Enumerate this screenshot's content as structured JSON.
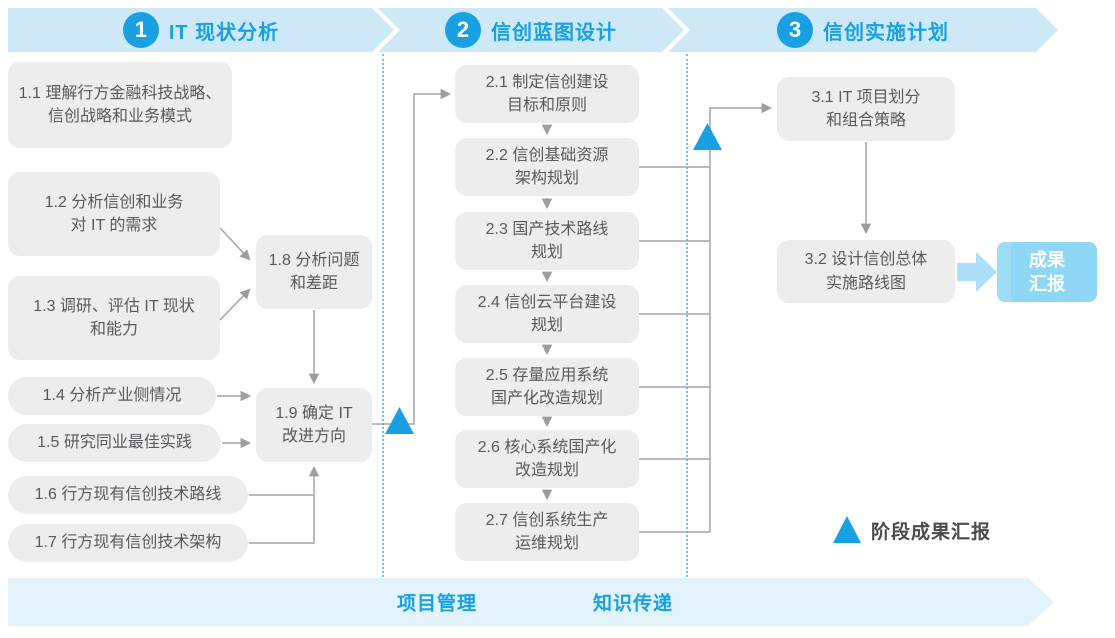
{
  "phases": [
    {
      "number": "1",
      "title": "IT 现状分析"
    },
    {
      "number": "2",
      "title": "信创蓝图设计"
    },
    {
      "number": "3",
      "title": "信创实施计划"
    }
  ],
  "boxes": {
    "b11": {
      "l1": "1.1 理解行方金融科技战略、",
      "l2": "信创战略和业务模式"
    },
    "b12": {
      "l1": "1.2 分析信创和业务",
      "l2": "对 IT 的需求"
    },
    "b13": {
      "l1": "1.3 调研、评估 IT 现状",
      "l2": "和能力"
    },
    "b14": {
      "l1": "1.4 分析产业侧情况"
    },
    "b15": {
      "l1": "1.5 研究同业最佳实践"
    },
    "b16": {
      "l1": "1.6 行方现有信创技术路线"
    },
    "b17": {
      "l1": "1.7 行方现有信创技术架构"
    },
    "b18": {
      "l1": "1.8 分析问题",
      "l2": "和差距"
    },
    "b19": {
      "l1": "1.9 确定 IT",
      "l2": "改进方向"
    },
    "b21": {
      "l1": "2.1 制定信创建设",
      "l2": "目标和原则"
    },
    "b22": {
      "l1": "2.2 信创基础资源",
      "l2": "架构规划"
    },
    "b23": {
      "l1": "2.3 国产技术路线",
      "l2": "规划"
    },
    "b24": {
      "l1": "2.4 信创云平台建设",
      "l2": "规划"
    },
    "b25": {
      "l1": "2.5 存量应用系统",
      "l2": "国产化改造规划"
    },
    "b26": {
      "l1": "2.6 核心系统国产化",
      "l2": "改造规划"
    },
    "b27": {
      "l1": "2.7 信创系统生产",
      "l2": "运维规划"
    },
    "b31": {
      "l1": "3.1 IT 项目划分",
      "l2": "和组合策略"
    },
    "b32": {
      "l1": "3.2 设计信创总体",
      "l2": "实施路线图"
    }
  },
  "result_box": {
    "l1": "成果",
    "l2": "汇报"
  },
  "legend": {
    "label": "阶段成果汇报"
  },
  "footer": {
    "left_label": "项目管理",
    "right_label": "知识传递"
  },
  "colors": {
    "accent_blue": "#18A0E2",
    "banner_fill": "#CDE9F8",
    "footer_fill": "#E3F3FB",
    "box_fill": "#EDEDEE",
    "box_text": "#58595B",
    "connector_gray": "#A2A4A7",
    "result_fill": "#8DD7F4",
    "separator_dotted": "#6FC0EA"
  }
}
